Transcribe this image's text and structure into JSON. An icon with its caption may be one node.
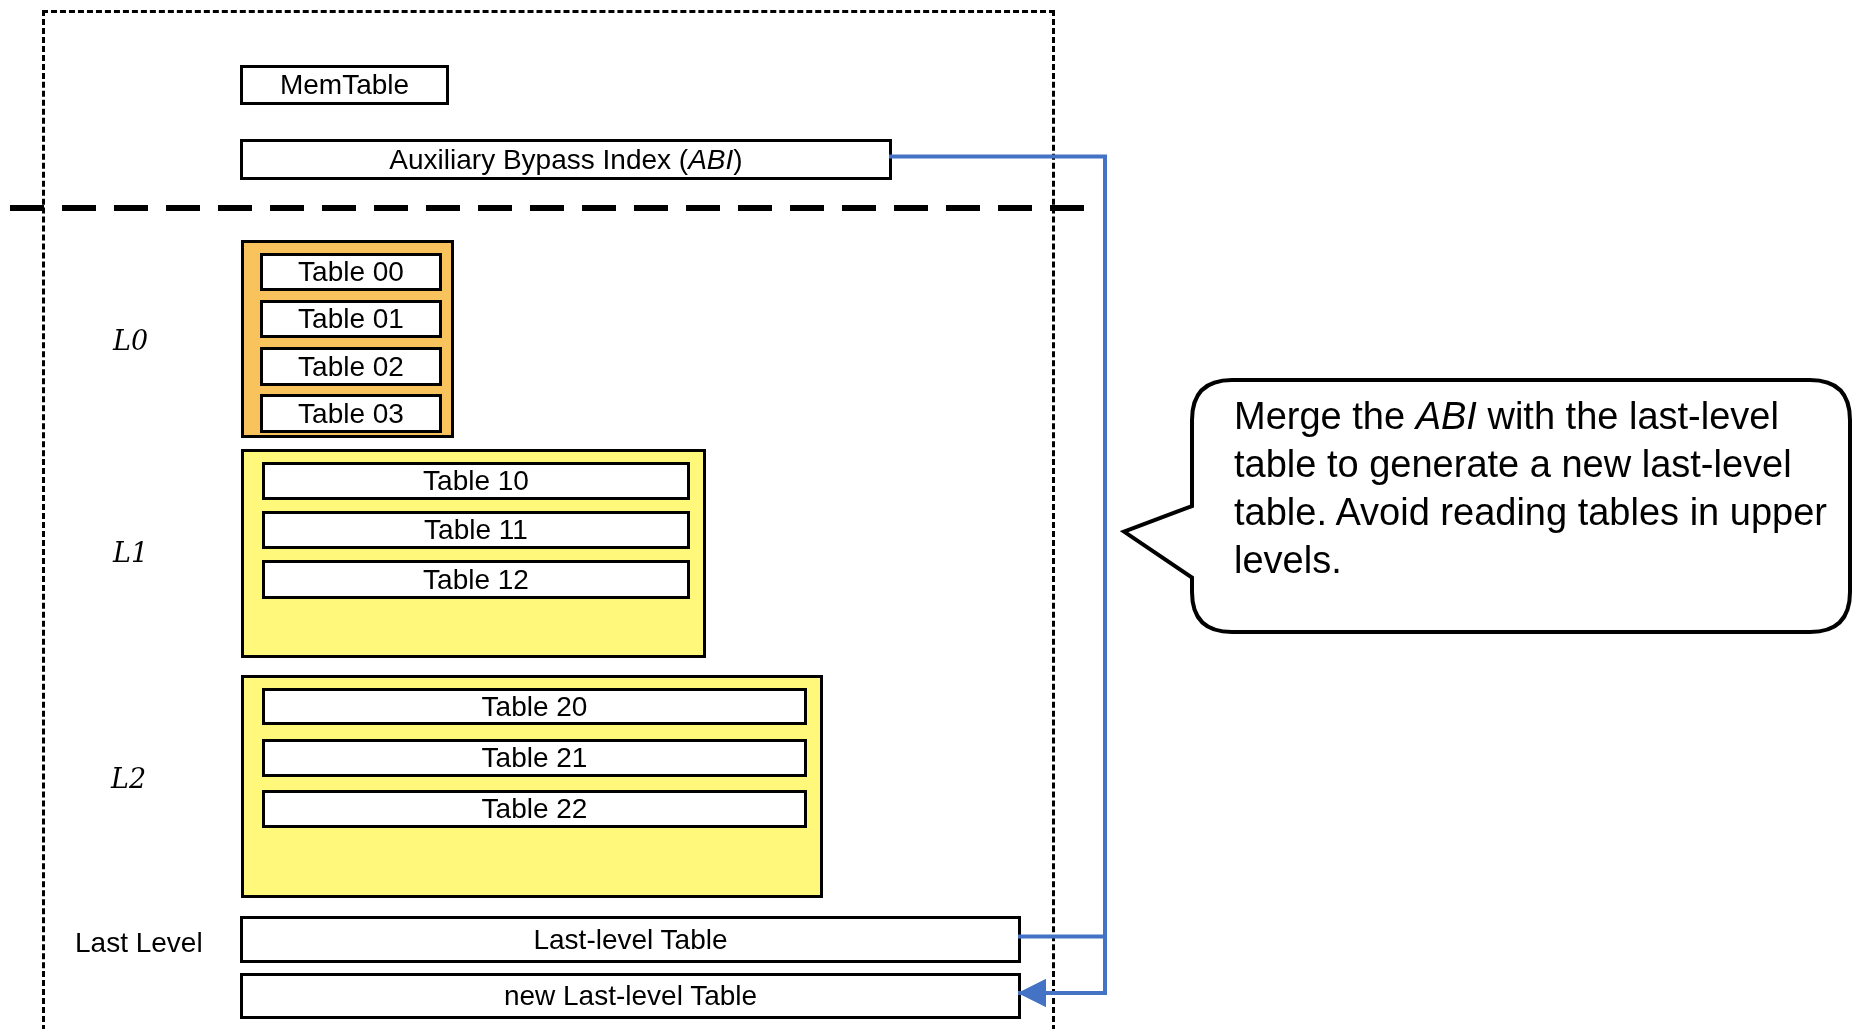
{
  "diagram": {
    "nodes": [
      {
        "text": [],
        "shape": "box"
      },
      {
        "text": [
          "MemTable"
        ],
        "in": 0
      },
      {
        "text": [
          "Auxiliary Bypass Index (*ABI*)"
        ],
        "in": 0
      },
      {
        "text": [],
        "shape": "box",
        "in": 0,
        "beside": [
          "L0"
        ]
      },
      {
        "text": [
          "Table 00"
        ],
        "in": 3
      },
      {
        "text": [
          "Table 01"
        ],
        "in": 3
      },
      {
        "text": [
          "Table 02"
        ],
        "in": 3
      },
      {
        "text": [
          "Table 03"
        ],
        "in": 3
      },
      {
        "text": [],
        "shape": "box",
        "in": 0,
        "beside": [
          "L1"
        ]
      },
      {
        "text": [
          "Table 10"
        ],
        "in": 8
      },
      {
        "text": [
          "Table 11"
        ],
        "in": 8
      },
      {
        "text": [
          "Table 12"
        ],
        "in": 8
      },
      {
        "text": [],
        "shape": "box",
        "in": 0,
        "beside": [
          "L2"
        ]
      },
      {
        "text": [
          "Table 20"
        ],
        "in": 12
      },
      {
        "text": [
          "Table 21"
        ],
        "in": 12
      },
      {
        "text": [
          "Table 22"
        ],
        "in": 12
      },
      {
        "text": [
          "Last-level Table"
        ],
        "in": 0,
        "beside": [
          "Last Level"
        ]
      },
      {
        "text": [
          "new Last-level Table"
        ],
        "in": 0
      },
      {
        "text": [
          "Merge the *ABI* with the last-level table to generate a new last-level table. Avoid reading tables in upper levels."
        ]
      }
    ],
    "edges": [
      {
        "from": 2,
        "to": 17,
        "arrow": "to"
      },
      {
        "from": 16,
        "to": 17,
        "arrow": "to"
      }
    ]
  }
}
